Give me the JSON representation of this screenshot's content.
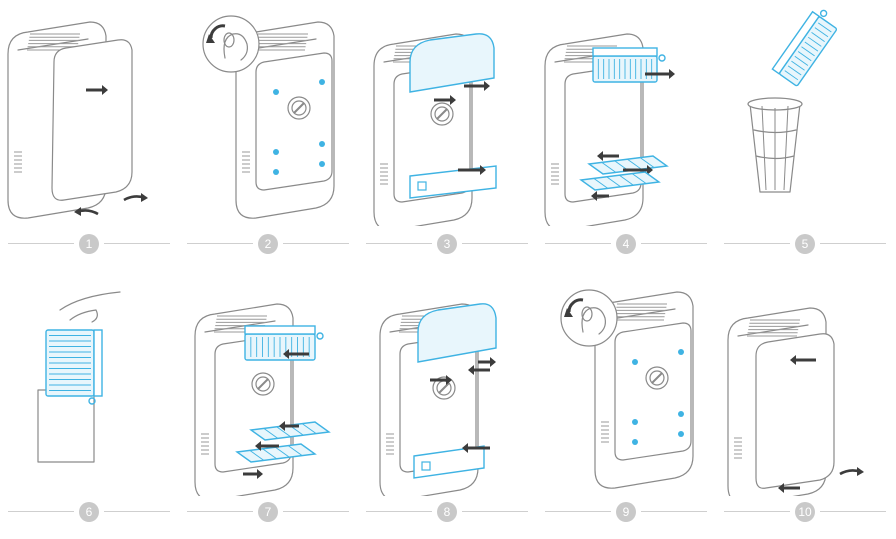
{
  "steps": [
    {
      "number": "1",
      "scene": "unit-cover-off"
    },
    {
      "number": "2",
      "scene": "unit-open-screws"
    },
    {
      "number": "3",
      "scene": "unit-remove-tray"
    },
    {
      "number": "4",
      "scene": "unit-remove-filters"
    },
    {
      "number": "5",
      "scene": "discard-filter"
    },
    {
      "number": "6",
      "scene": "new-filter"
    },
    {
      "number": "7",
      "scene": "unit-insert-filters"
    },
    {
      "number": "8",
      "scene": "unit-insert-tray"
    },
    {
      "number": "9",
      "scene": "unit-close-screws"
    },
    {
      "number": "10",
      "scene": "unit-cover-on"
    }
  ],
  "colors": {
    "outline": "#8a8a8a",
    "grille": "#9a9a9a",
    "accent": "#3fb3e3",
    "arrow": "#3c3c3c",
    "badge": "#c9c9c9",
    "rule": "#cfcfcf"
  }
}
